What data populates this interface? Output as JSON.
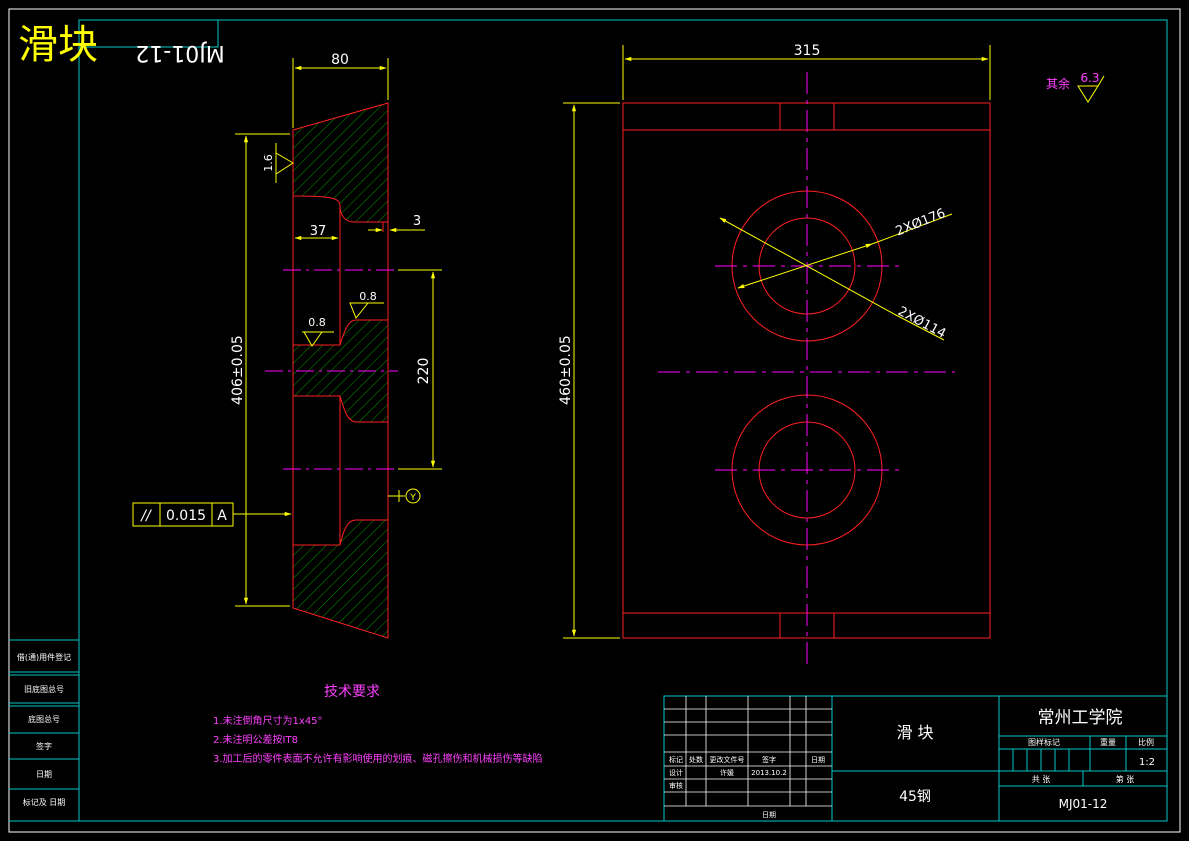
{
  "title_stamp": {
    "title": "滑块",
    "mirrored_code": "MJ01-12"
  },
  "section_view": {
    "dims": {
      "width_top": "80",
      "recess_depth": "37",
      "lip": "3",
      "center_distance": "220",
      "height": "406±0.05"
    },
    "roughness": {
      "left_face": "1.6",
      "seat_a": "0.8",
      "seat_b": "0.8"
    },
    "parallelism": {
      "symbol": "//",
      "tolerance": "0.015",
      "datum": "A"
    },
    "surface_marker": "Y"
  },
  "front_view": {
    "dims": {
      "width": "315",
      "height": "460±0.05",
      "bore_large": "2XØ176",
      "bore_small": "2XØ114"
    },
    "roughness_rest": {
      "label": "其余",
      "value": "6.3"
    }
  },
  "tech_requirements": {
    "title": "技术要求",
    "items": [
      "1.未注倒角尺寸为1x45°",
      "2.未注明公差按IT8",
      "3.加工后的零件表面不允许有影响使用的划痕、磁孔擦伤和机械损伤等缺陷"
    ]
  },
  "side_table": {
    "rows": [
      "借(通)用件登记",
      "旧底图总号",
      "底图总号",
      "签字",
      "日期",
      "标记及 日期"
    ]
  },
  "title_block": {
    "part_name": "滑 块",
    "material": "45钢",
    "school": "常州工学院",
    "headers": [
      "图样标记",
      "重量",
      "比例"
    ],
    "scale": "1:2",
    "sheet_labels": [
      "共 张",
      "第 张"
    ],
    "drawing_number": "MJ01-12",
    "revision_headers": [
      "标记",
      "处数",
      "更改文件号",
      "签字",
      "日期"
    ],
    "design_label": "设计",
    "designer": "许媛",
    "date": "2013.10.2",
    "check_label": "审核",
    "date_label": "日期"
  },
  "colors": {
    "frame": "#00C8C8",
    "outline": "#FF2020",
    "dimension": "#FFFF00",
    "centerline": "#FF00FF",
    "hatch": "#009900",
    "text_white": "#FFFFFF",
    "magenta": "#FF40FF"
  }
}
